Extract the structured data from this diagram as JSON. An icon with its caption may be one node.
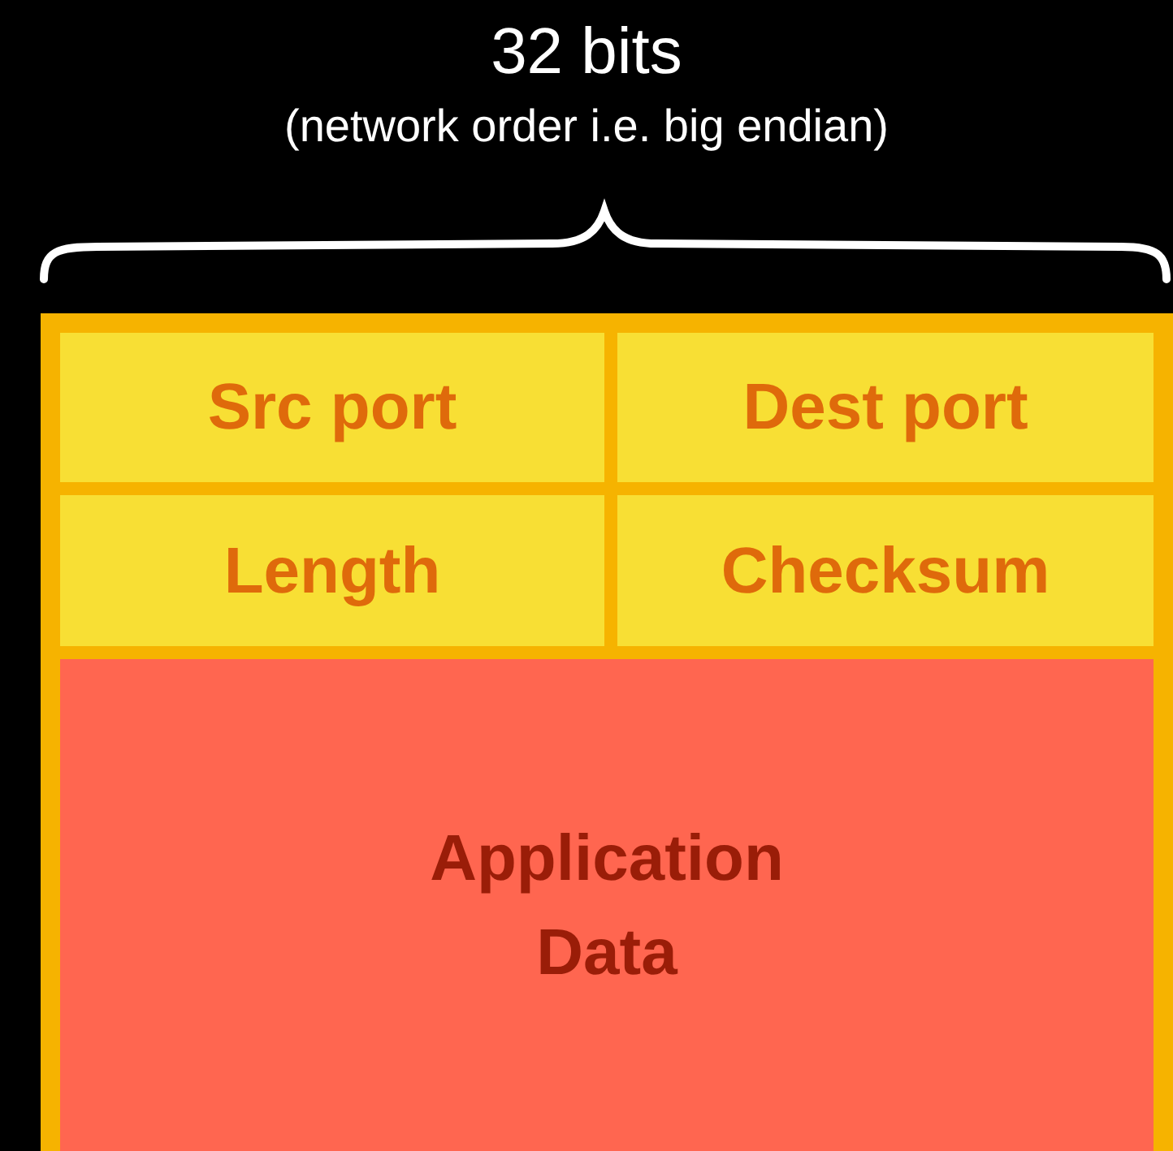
{
  "diagram": {
    "nodes": [
      {
        "text": [
          "Src port"
        ]
      },
      {
        "text": [
          "Dest port"
        ]
      },
      {
        "text": [
          "Length"
        ]
      },
      {
        "text": [
          "Checksum"
        ]
      },
      {
        "text": [
          "Application Data"
        ]
      }
    ],
    "labels": [
      "32 bits",
      "(network order i.e. big endian)"
    ]
  }
}
